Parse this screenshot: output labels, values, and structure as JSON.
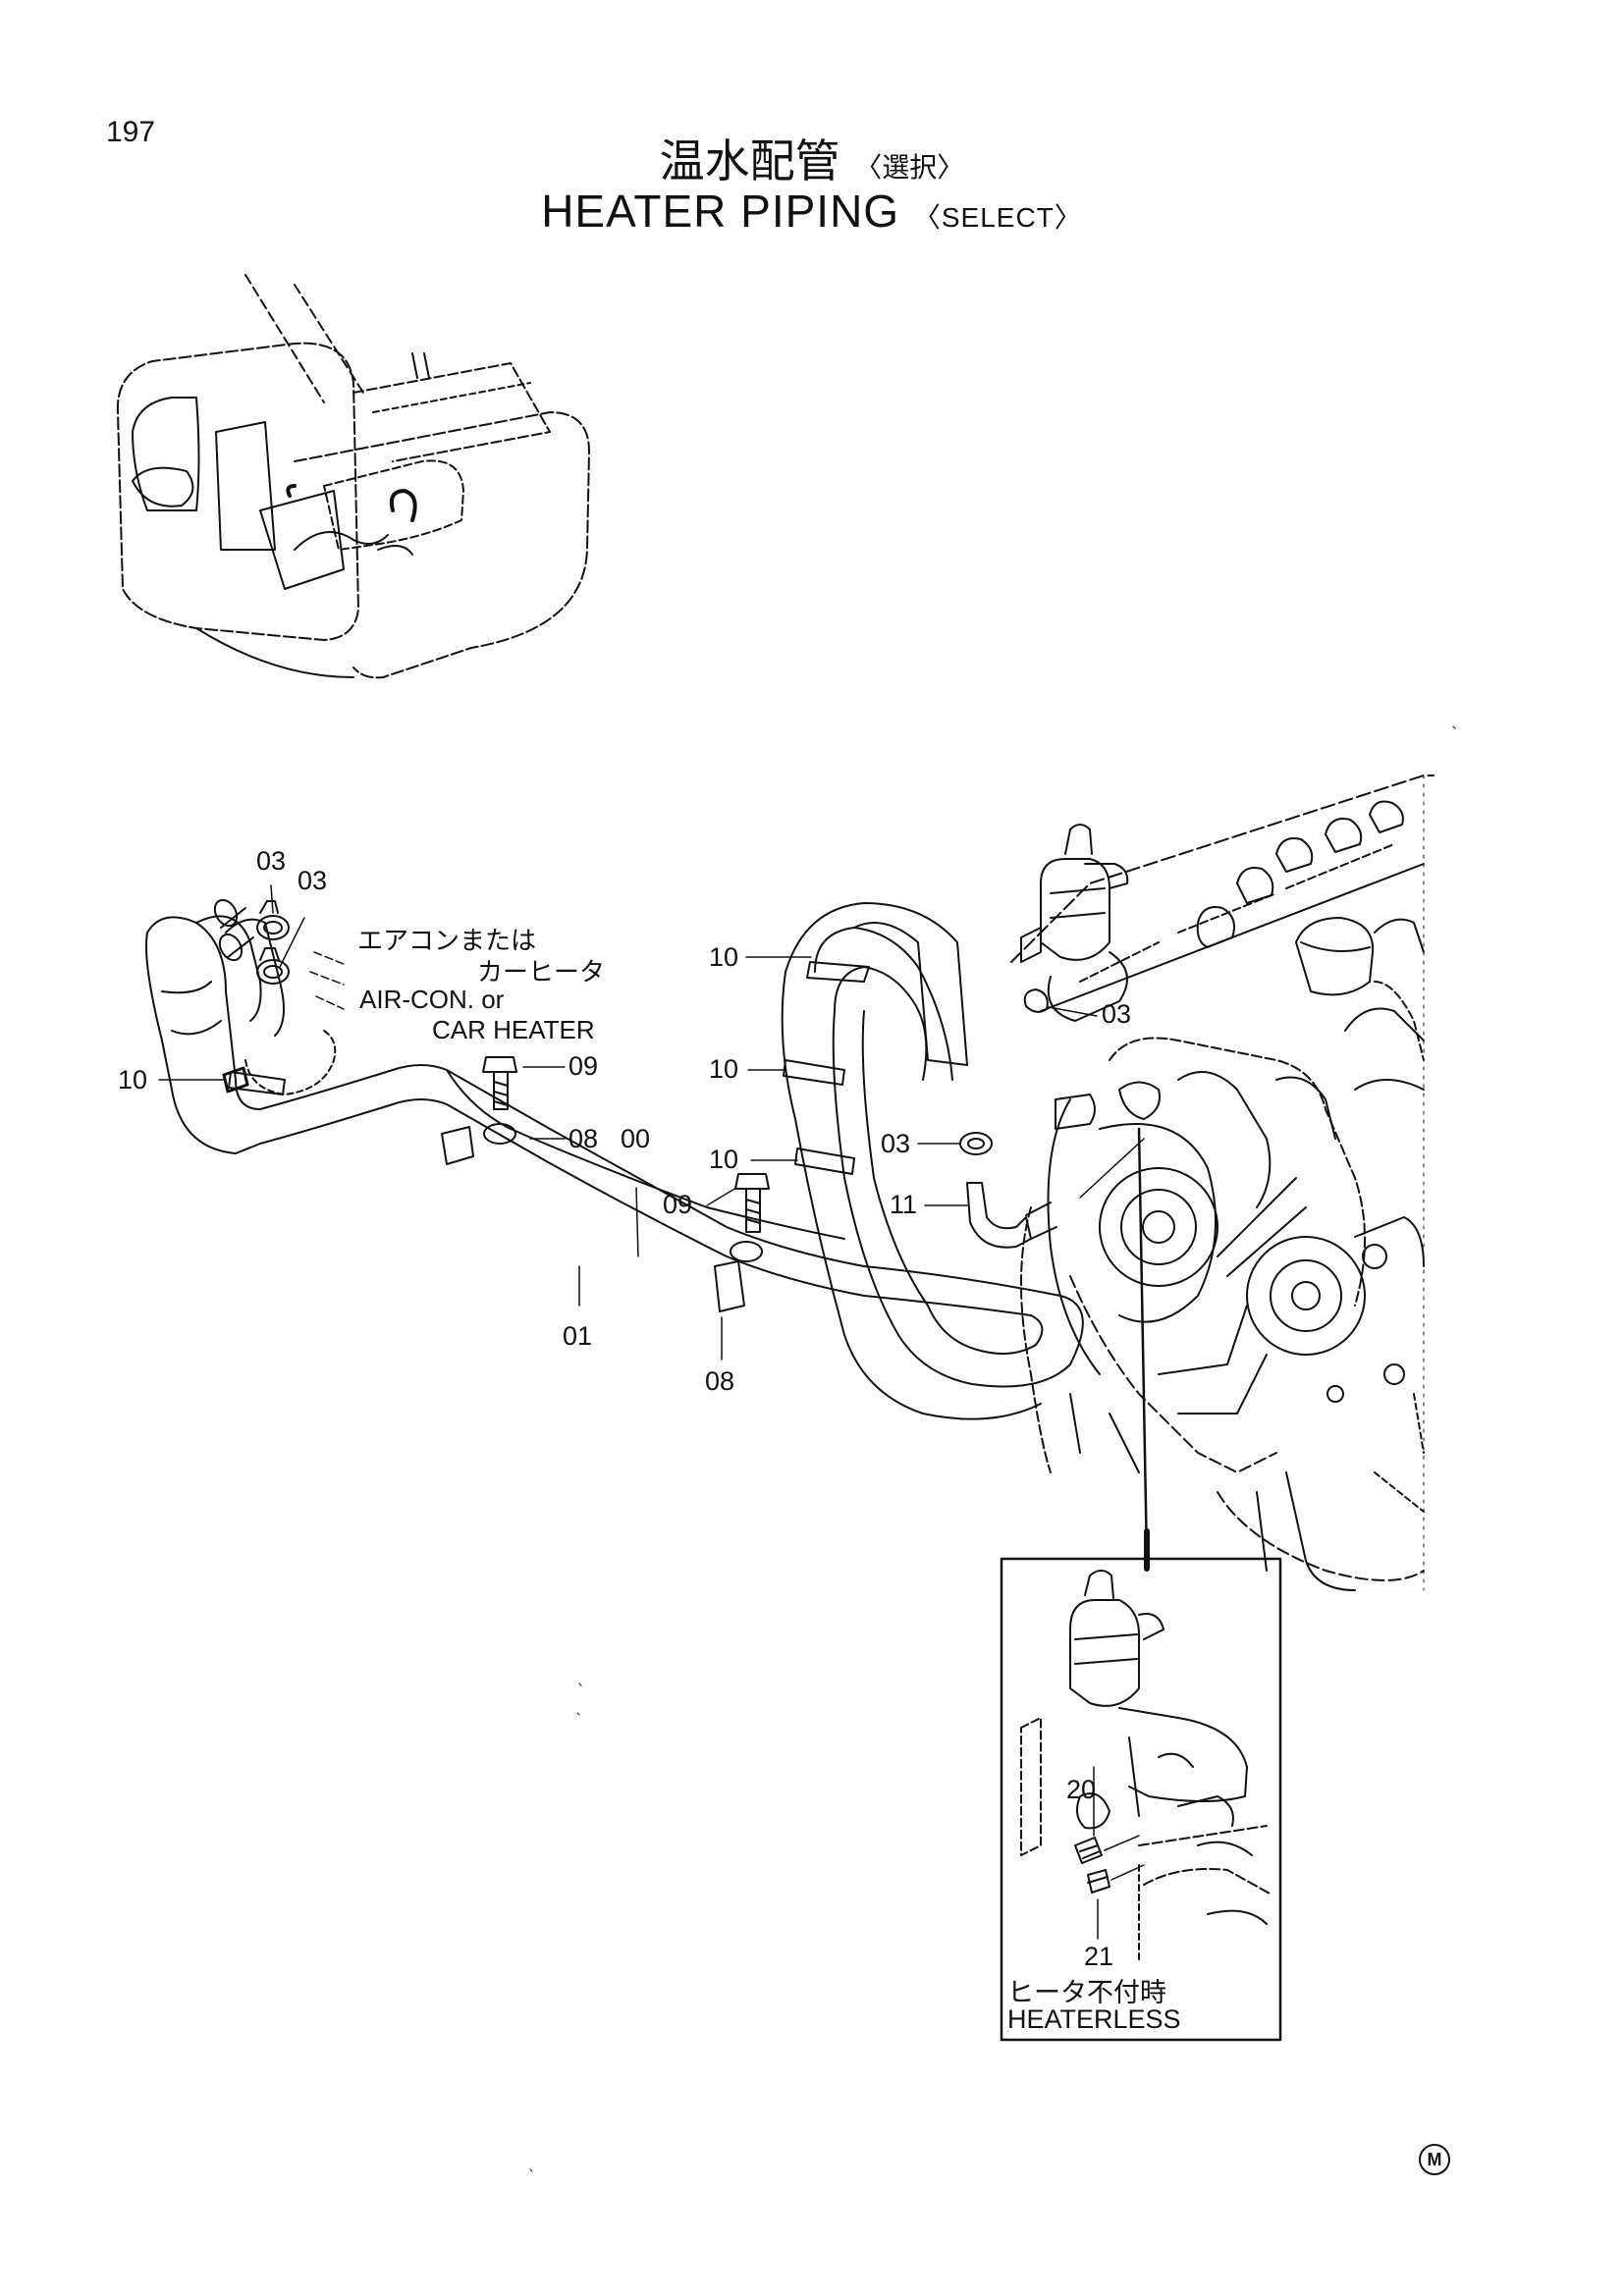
{
  "page_number": "197",
  "title": {
    "jp": "温水配管",
    "jp_select": "〈選択〉",
    "en": "HEATER  PIPING",
    "en_select": "〈SELECT〉"
  },
  "notes": {
    "jp_line1": "エアコンまたは",
    "jp_line2": "カーヒータ",
    "en_line1": "AIR-CON. or",
    "en_line2": "CAR HEATER"
  },
  "callouts": {
    "c03_a": "03",
    "c03_b": "03",
    "c03_c": "03",
    "c03_d": "03",
    "c10_a": "10",
    "c10_b": "10",
    "c10_c": "10",
    "c10_d": "10",
    "c09_a": "09",
    "c09_b": "09",
    "c08_a": "08",
    "c08_b": "08",
    "c00": "00",
    "c01": "01",
    "c11": "11",
    "c20": "20",
    "c21": "21"
  },
  "inset": {
    "caption_jp": "ヒータ不付時",
    "caption_en": "HEATERLESS"
  },
  "mark": "M"
}
